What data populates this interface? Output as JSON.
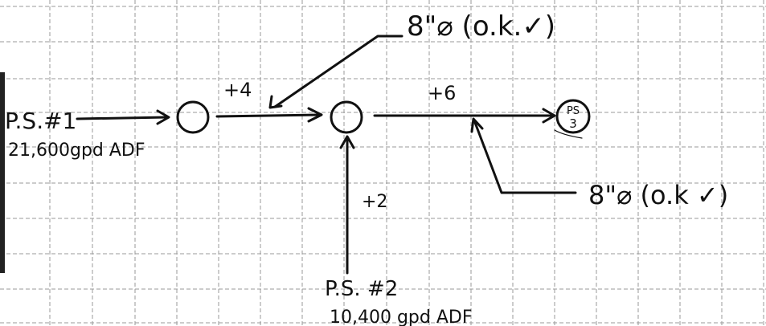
{
  "sketch": {
    "source": {
      "label": "P.S.#1",
      "flow": "21,600gpd ADF"
    },
    "junction_inflow": {
      "label": "P.S. #2",
      "flow": "10,400 gpd ADF"
    },
    "destination": {
      "label_top": "PS",
      "label_bottom": "3"
    },
    "segment_increments": {
      "first": "+4",
      "second": "+6",
      "branch": "+2"
    },
    "pipe_notes": {
      "upper": "8\"⌀ (o.k.✓)",
      "lower": "8\"⌀ (o.k ✓)"
    }
  }
}
